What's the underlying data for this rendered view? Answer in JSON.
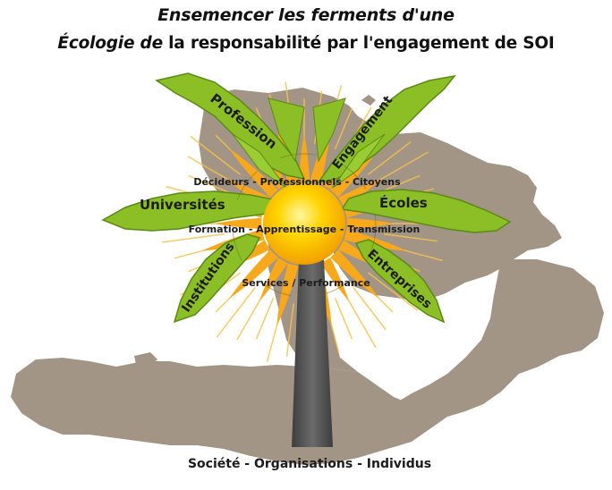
{
  "title": {
    "line1": "Ensemencer les ferments d'une",
    "line2_italic": "Écologie de",
    "line2_rest": " la responsabilité par l'engagement de SOI"
  },
  "leaves": {
    "profession": "Profession",
    "engagement": "Engagement",
    "universites": "Universités",
    "ecoles": "Écoles",
    "institutions": "Institutions",
    "entreprises": "Entreprises"
  },
  "sun": {
    "top": "Décideurs - Professionnels - Citoyens",
    "middle": "Formation - Apprentissage - Transmission",
    "bottom": "Services / Performance"
  },
  "base": "Société - Organisations - Individus",
  "colors": {
    "leaf": "#8cbf26",
    "leaf_dark": "#5a8a16",
    "sun": "#f6b400",
    "petal": "#f7a81b",
    "trunk": "#555555",
    "map": "#a39585"
  }
}
